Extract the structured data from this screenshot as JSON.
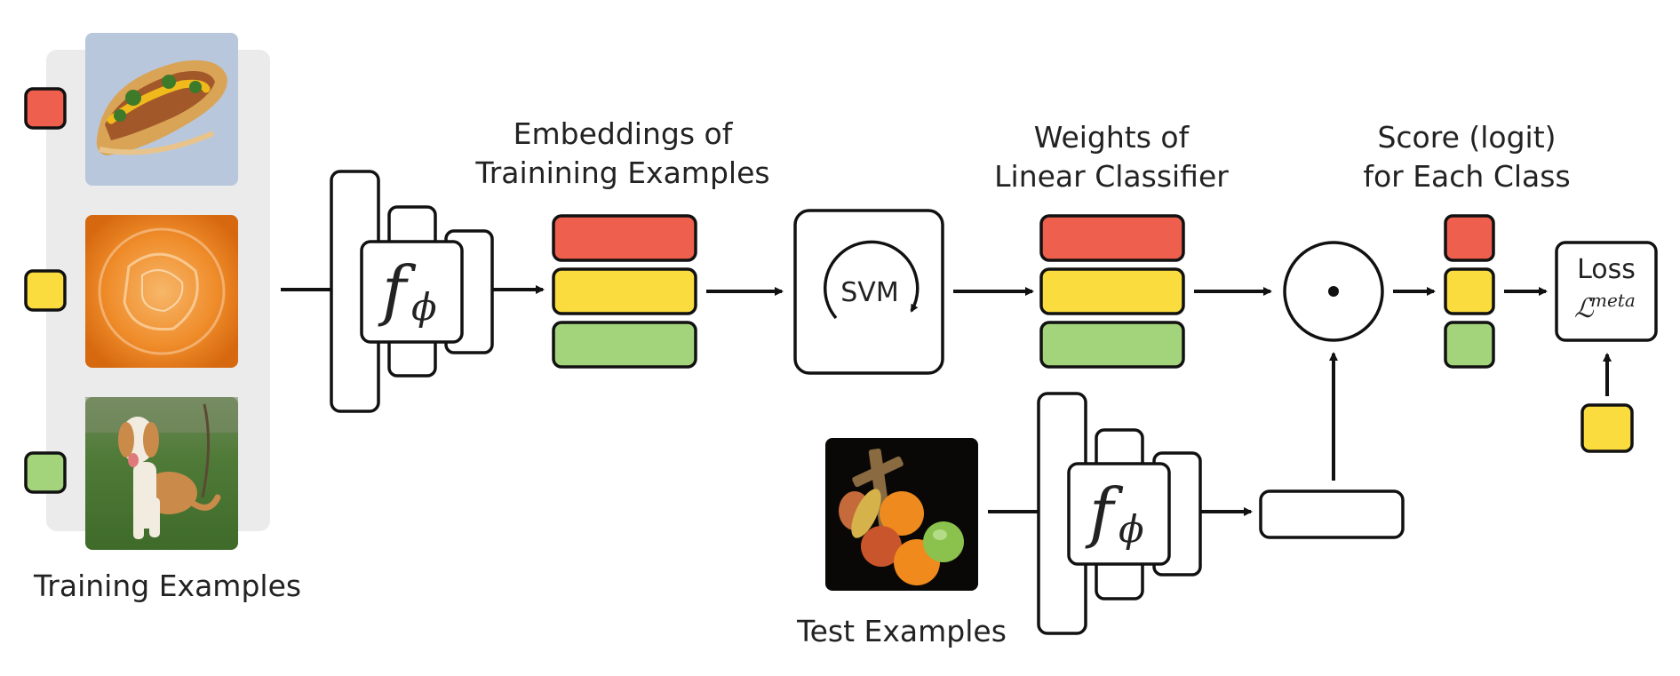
{
  "labels": {
    "training_examples": "Training Examples",
    "test_examples": "Test Examples",
    "embeddings_line1": "Embeddings of",
    "embeddings_line2": "Trainining Examples",
    "weights_line1": "Weights of",
    "weights_line2": "Linear Classifier",
    "score_line1": "Score (logit)",
    "score_line2": "for Each Class"
  },
  "encoder": {
    "symbol": "f",
    "subscript": "ϕ"
  },
  "svm": {
    "label": "SVM"
  },
  "dot_product": {
    "symbol": "⊙"
  },
  "loss": {
    "title": "Loss",
    "symbol": "ℒ",
    "superscript": "meta"
  },
  "classes": [
    {
      "name": "hotdog",
      "color": "#ef5f4d"
    },
    {
      "name": "orange",
      "color": "#fbdc3e"
    },
    {
      "name": "dog",
      "color": "#a3d47c"
    }
  ],
  "query_label_color": "#fbdc3e",
  "colors": {
    "outline": "#111111",
    "panel": "#ebebeb",
    "text": "#222222"
  }
}
